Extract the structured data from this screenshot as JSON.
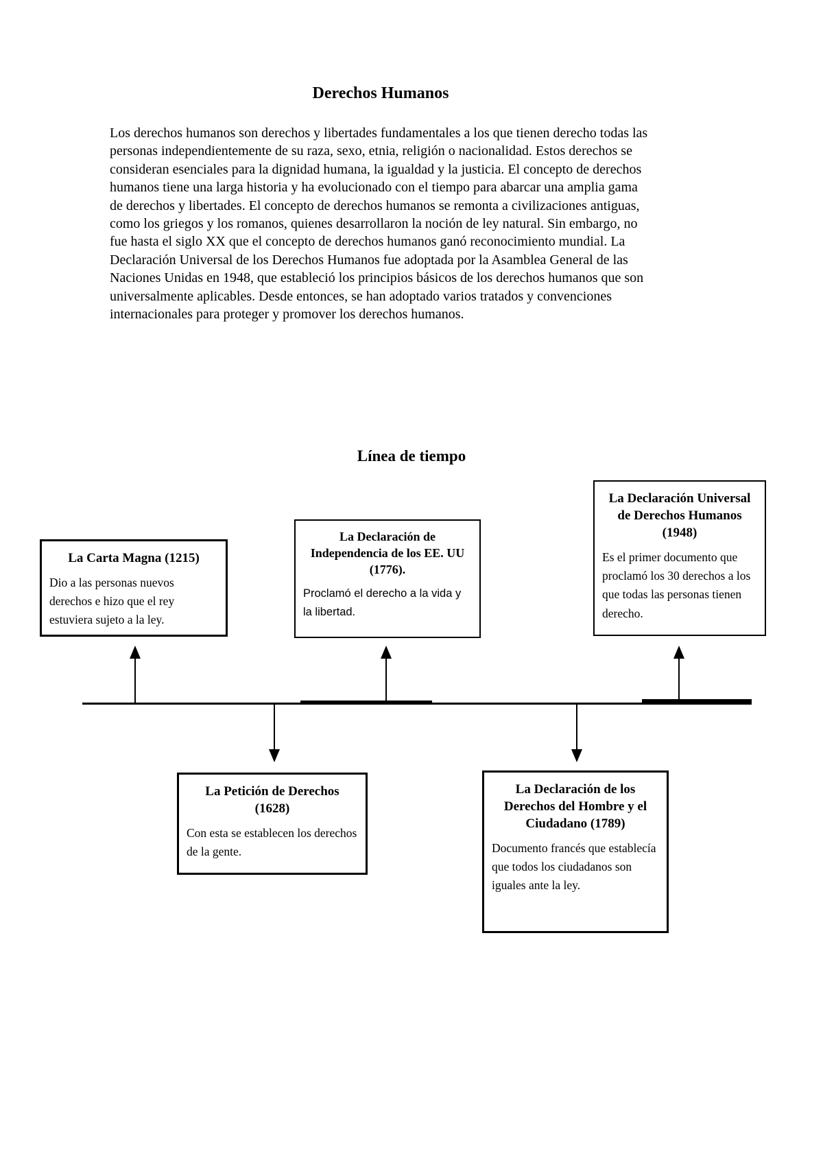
{
  "page": {
    "title": "Derechos Humanos",
    "intro_paragraph": "Los derechos humanos son derechos y libertades fundamentales a los que tienen derecho todas las personas independientemente de su raza, sexo, etnia, religión o nacionalidad. Estos derechos se consideran esenciales para la dignidad humana, la igualdad y la justicia. El concepto de derechos humanos tiene una larga historia y ha evolucionado con el tiempo para abarcar una amplia gama de derechos y libertades. El concepto de derechos humanos se remonta a civilizaciones antiguas, como los griegos y los romanos, quienes desarrollaron la noción de ley natural. Sin embargo, no fue hasta el siglo XX que el concepto de derechos humanos ganó reconocimiento mundial. La Declaración Universal de los Derechos Humanos fue adoptada por la Asamblea General de las Naciones Unidas en 1948, que estableció los principios básicos de los derechos humanos que son universalmente aplicables. Desde entonces, se han adoptado varios tratados y convenciones internacionales para proteger y promover los derechos humanos.",
    "timeline_heading": "Línea de tiempo",
    "timeline": {
      "boxes": [
        {
          "id": "carta-magna",
          "position": "above-line",
          "year": "1215",
          "title": "La Carta Magna (1215)",
          "body": "Dio a las personas nuevos derechos e hizo que el rey estuviera sujeto a la ley."
        },
        {
          "id": "declaracion-independencia-eeuu",
          "position": "above-line",
          "year": "1776",
          "title": "La Declaración de Independencia de los EE. UU (1776).",
          "body": "Proclamó el derecho a la vida y la libertad."
        },
        {
          "id": "declaracion-universal-ddhh",
          "position": "above-line",
          "year": "1948",
          "title": "La Declaración Universal de Derechos Humanos (1948)",
          "body": "Es el primer documento que proclamó los 30 derechos a los que todas las personas tienen derecho."
        },
        {
          "id": "peticion-de-derechos",
          "position": "below-line",
          "year": "1628",
          "title": "La Petición de Derechos (1628)",
          "body": "Con esta se establecen los derechos de la gente."
        },
        {
          "id": "declaracion-hombre-ciudadano",
          "position": "below-line",
          "year": "1789",
          "title": "La Declaración de los Derechos del Hombre y el Ciudadano (1789)",
          "body": "Documento francés que establecía que todos los ciudadanos son iguales ante la ley."
        }
      ]
    }
  },
  "colors": {
    "background": "#ffffff",
    "text": "#000000",
    "box_border": "#000000",
    "timeline_line": "#000000"
  }
}
